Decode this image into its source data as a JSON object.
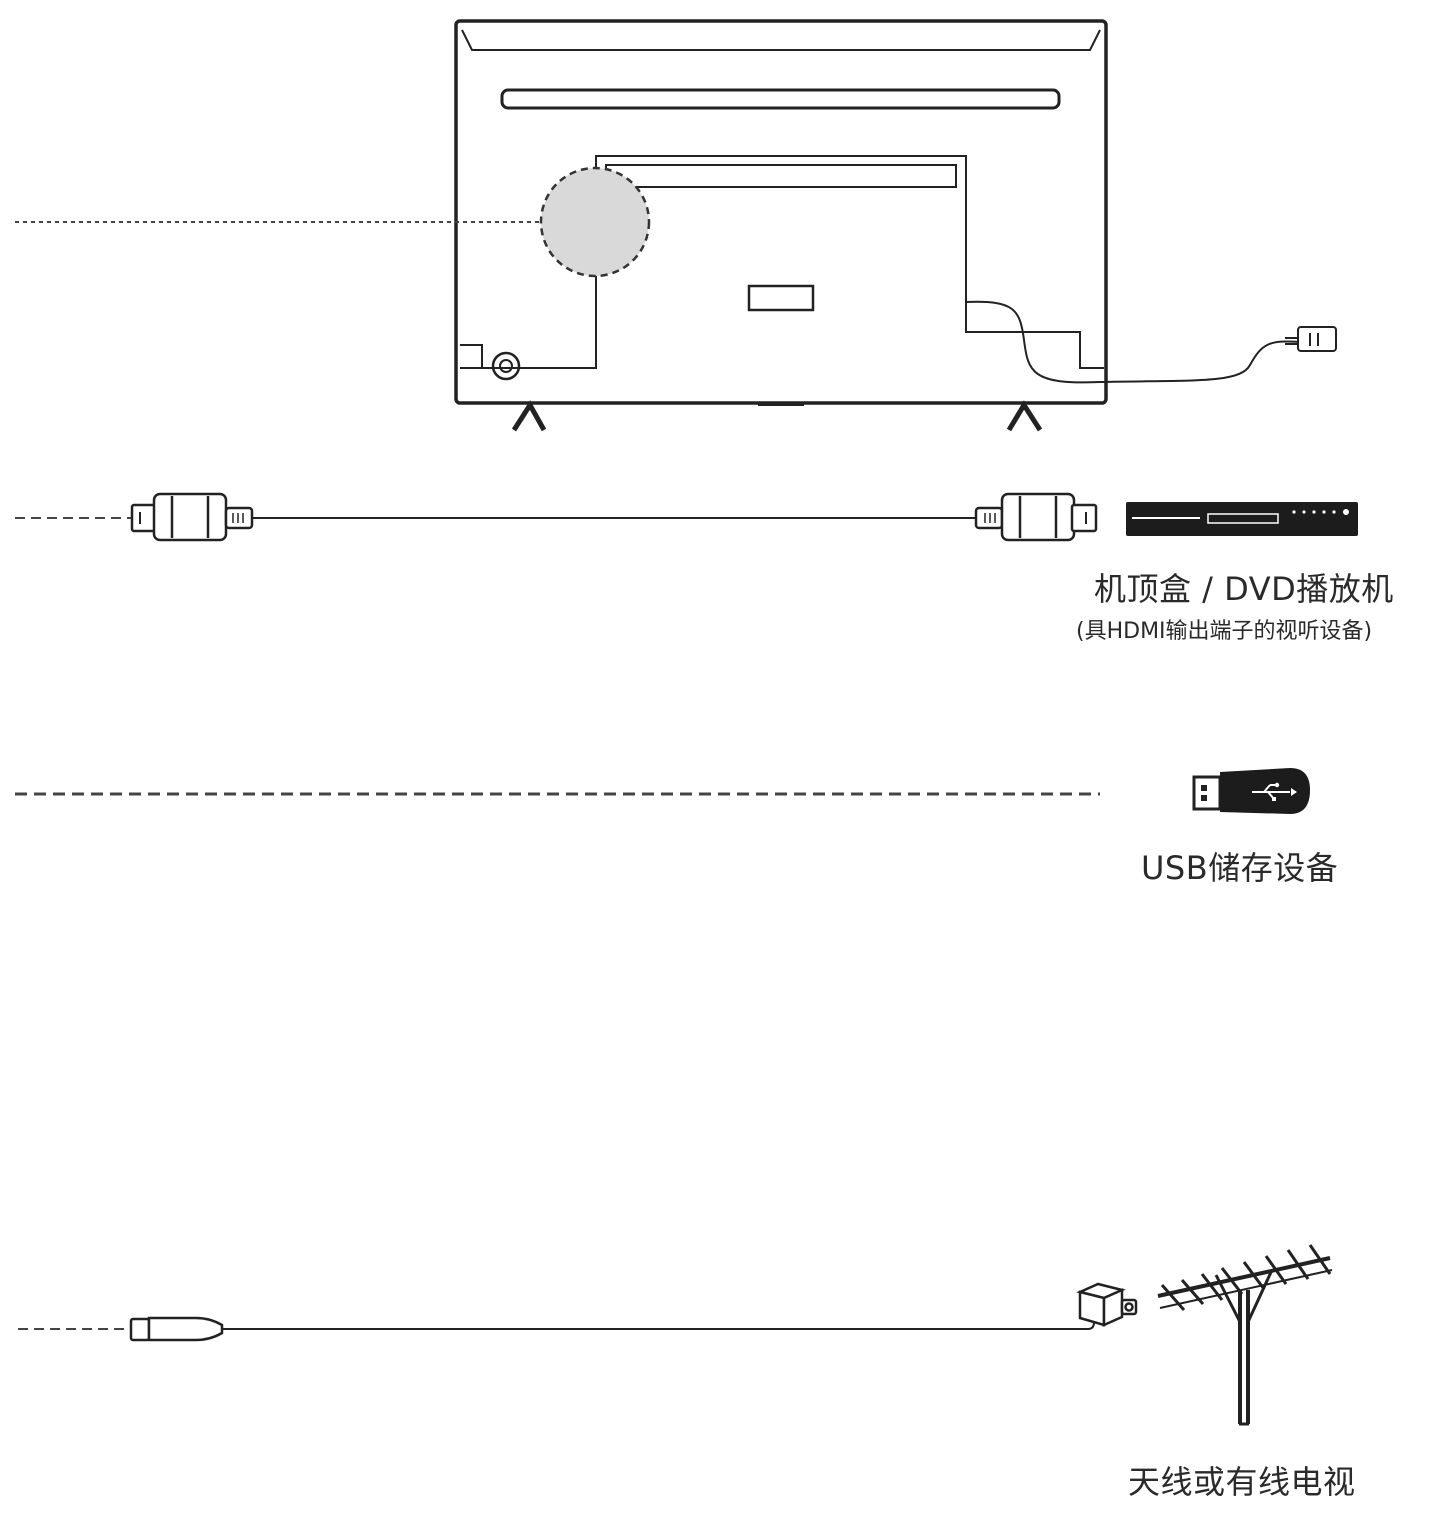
{
  "devices": {
    "set_top_box": {
      "label": "机顶盒 / DVD播放机",
      "sublabel": "(具HDMI输出端子的视听设备)"
    },
    "usb_storage": {
      "label": "USB储存设备"
    },
    "antenna": {
      "label": "天线或有线电视"
    }
  },
  "colors": {
    "stroke": "#222222",
    "port_highlight": "#d9d9d9",
    "device_fill": "#1c1c1c"
  },
  "icons": [
    "tv-back-panel",
    "power-plug-icon",
    "hdmi-connector-icon",
    "set-top-box-icon",
    "usb-drive-icon",
    "coax-connector-icon",
    "antenna-icon"
  ]
}
